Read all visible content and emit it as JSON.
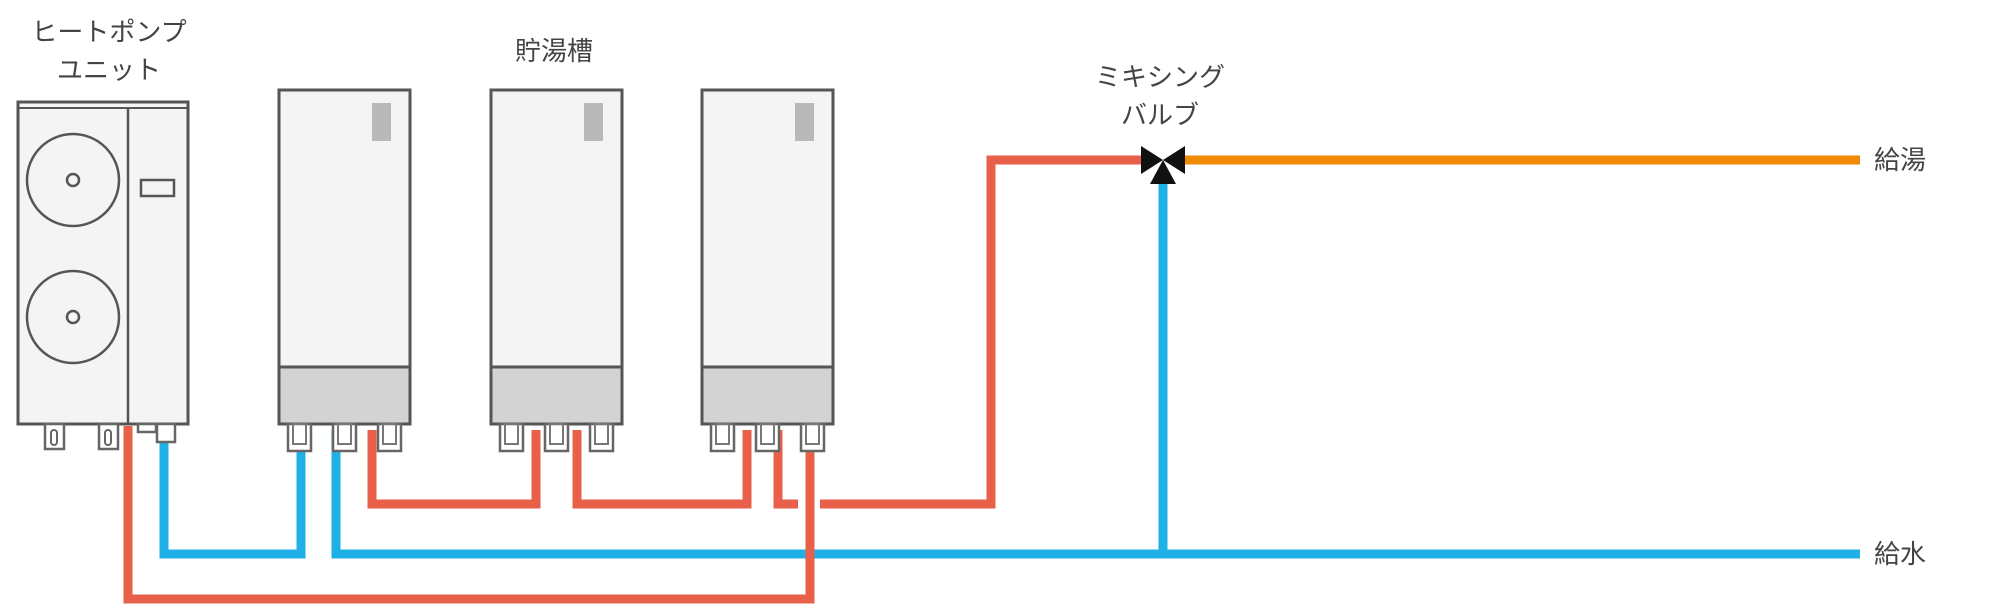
{
  "labels": {
    "heat_pump_line1": "ヒートポンプ",
    "heat_pump_line2": "ユニット",
    "storage_tank": "貯湯槽",
    "mixing_valve_line1": "ミキシング",
    "mixing_valve_line2": "バルブ",
    "hot_water_supply": "給湯",
    "cold_water_supply": "給水"
  },
  "colors": {
    "hot_pipe": "#e8604a",
    "cold_pipe": "#1fb0e8",
    "mixed_hot_pipe": "#f08a00",
    "unit_fill": "#f3f4f3",
    "unit_base": "#d3d3d3",
    "outline": "#555555"
  },
  "tanks": [
    {
      "id": "tank-1"
    },
    {
      "id": "tank-2"
    },
    {
      "id": "tank-3"
    }
  ]
}
